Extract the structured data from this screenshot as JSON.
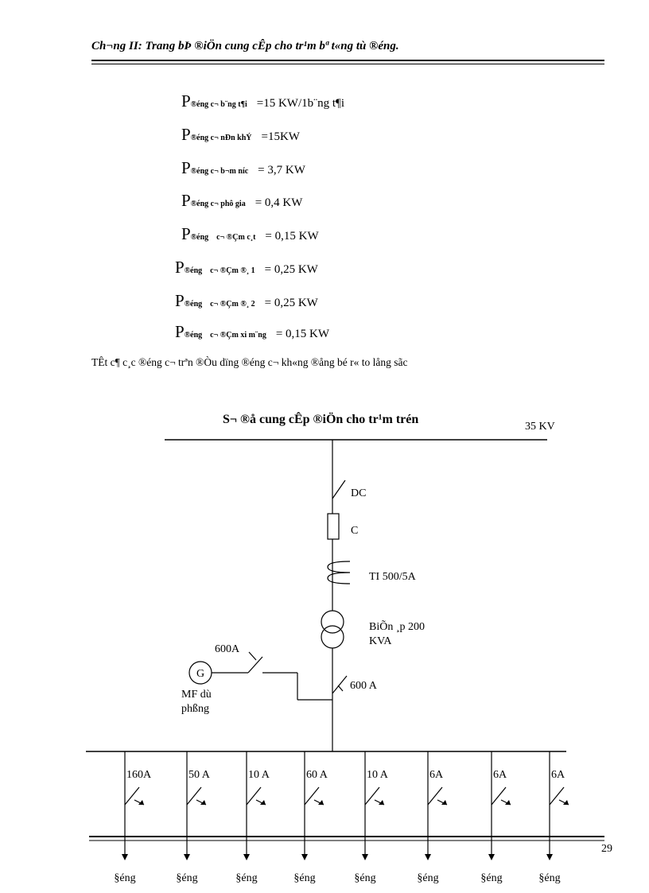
{
  "header": "Ch¬ng  II: Trang bÞ ®iÖn cung cÊp cho tr¹m bª t«ng tù ®éng.",
  "powers": [
    {
      "sub": "®éng c¬ b¨ng t¶i",
      "val": "=15 KW/1b¨ng t¶i"
    },
    {
      "sub": "®éng c¬ nÐn khÝ",
      "val": "=15KW"
    },
    {
      "sub": "®éng c¬ b¬m níc",
      "val": "= 3,7 KW"
    },
    {
      "sub": "®éng c¬ phô gia",
      "val": "=  0,4 KW"
    },
    {
      "sub": "®éng    c¬ ®Çm c¸t",
      "val": "= 0,15  KW"
    },
    {
      "sub": "®éng    c¬ ®Çm ®¸ 1",
      "val": "=  0,25 KW"
    },
    {
      "sub": "®éng    c¬ ®Çm ®¸ 2",
      "val": "= 0,25 KW"
    },
    {
      "sub": "®éng    c¬ ®Çm xi m¨ng",
      "val": "= 0,15  KW"
    }
  ],
  "note": "TÊt c¶ c¸c ®éng c¬ trªn ®Òu dïng ®éng c¬ kh«ng ®ång bé r« to lång sãc",
  "diagram": {
    "title": "S¬ ®å cung cÊp ®iÖn cho tr¹m trén",
    "voltage": "35 KV",
    "dc": "DC",
    "c": "C",
    "ti": "TI 500/5A",
    "transformer_1": "BiÕn ¸p 200",
    "transformer_2": "KVA",
    "gen_breaker": "600A",
    "generator": "G",
    "gen_label_1": "MF dù",
    "gen_label_2": "phßng",
    "main_breaker": "600  A",
    "feeders": [
      "160A",
      "50 A",
      "10 A",
      "60 A",
      "10 A",
      "6A",
      "6A",
      "6A"
    ],
    "loads": [
      "§éng",
      "§éng",
      "§éng",
      "§éng",
      "§éng",
      "§éng",
      "§éng",
      "§éng"
    ]
  },
  "page_number": "29"
}
